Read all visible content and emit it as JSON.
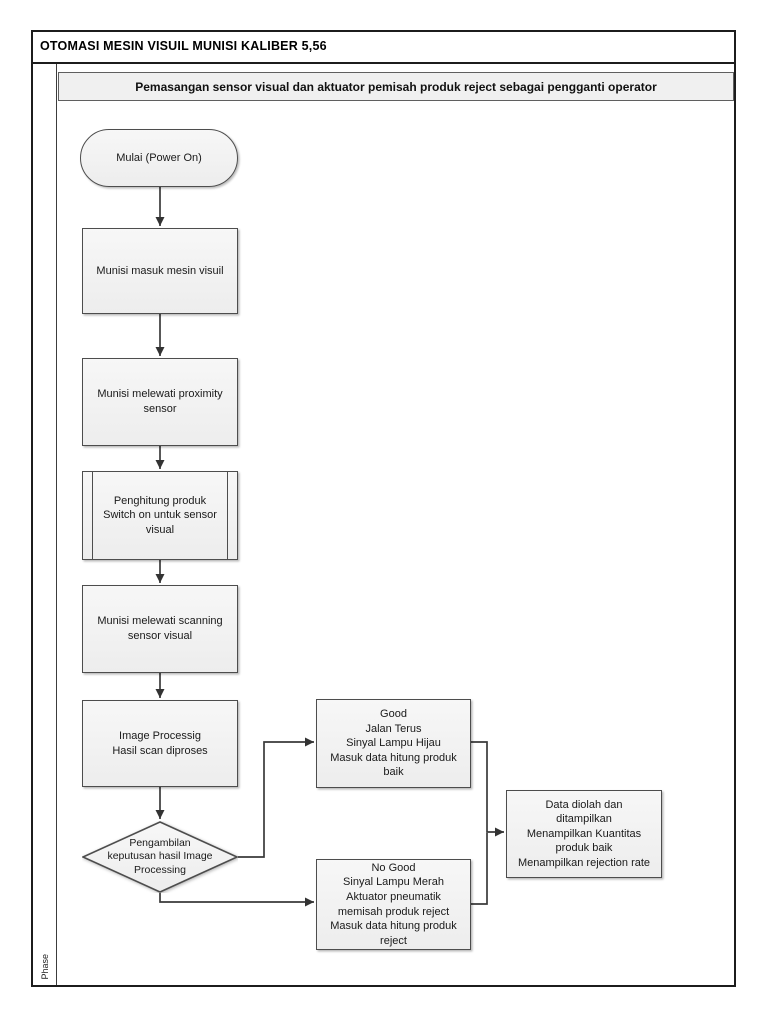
{
  "frame": {
    "title": "OTOMASI MESIN VISUIL MUNISI KALIBER 5,56",
    "lane_title": "Pemasangan sensor visual dan aktuator pemisah produk reject sebagai pengganti operator",
    "phase_label": "Phase"
  },
  "nodes": {
    "start": {
      "type": "terminator",
      "label": "Mulai (Power On)"
    },
    "masuk": {
      "type": "process",
      "label": "Munisi masuk mesin visuil"
    },
    "proximity": {
      "type": "process",
      "label": "Munisi melewati proximity\nsensor"
    },
    "penghitung": {
      "type": "predefined_process",
      "label": "Penghitung produk\nSwitch on untuk sensor\nvisual"
    },
    "scanning": {
      "type": "process",
      "label": "Munisi melewati scanning\nsensor visual"
    },
    "image_processing": {
      "type": "process",
      "label": "Image Processig\nHasil scan diproses"
    },
    "decision": {
      "type": "decision",
      "label": "Pengambilan\nkeputusan hasil Image\nProcessing"
    },
    "good": {
      "type": "process",
      "label": "Good\nJalan Terus\nSinyal Lampu Hijau\nMasuk data hitung produk\nbaik"
    },
    "no_good": {
      "type": "process",
      "label": "No Good\nSinyal Lampu Merah\nAktuator pneumatik\nmemisah produk reject\nMasuk data hitung produk\nreject"
    },
    "output": {
      "type": "process",
      "label": "Data diolah  dan\nditampilkan\nMenampilkan Kuantitas\nproduk baik\nMenampilkan rejection rate"
    }
  },
  "edges": [
    {
      "from": "start",
      "to": "masuk"
    },
    {
      "from": "masuk",
      "to": "proximity"
    },
    {
      "from": "proximity",
      "to": "penghitung"
    },
    {
      "from": "penghitung",
      "to": "scanning"
    },
    {
      "from": "scanning",
      "to": "image_processing"
    },
    {
      "from": "image_processing",
      "to": "decision"
    },
    {
      "from": "decision",
      "to": "good"
    },
    {
      "from": "decision",
      "to": "no_good"
    },
    {
      "from": "good",
      "to": "output"
    },
    {
      "from": "no_good",
      "to": "output"
    }
  ],
  "colors": {
    "frame_border": "#1c1c1c",
    "node_border": "#4d4d4d",
    "node_fill_top": "#f7f7f7",
    "node_fill_bottom": "#ededed",
    "connector": "#3a3a3a",
    "lane_header_bg": "#f0f0f0"
  }
}
